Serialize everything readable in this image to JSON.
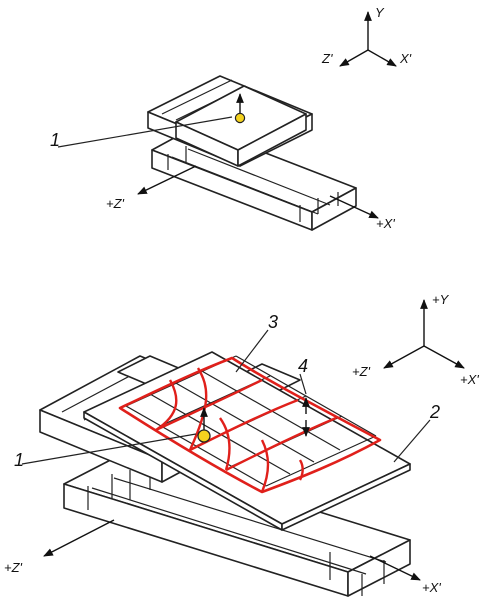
{
  "top_figure": {
    "axes": {
      "y": "Y",
      "z": "Z'",
      "x": "X'"
    },
    "table_axes": {
      "z": "+Z'",
      "x": "+X'"
    },
    "callout": "1"
  },
  "bottom_figure": {
    "axes": {
      "y": "+Y",
      "z": "+Z'",
      "x": "+X'"
    },
    "table_axes": {
      "z": "+Z'",
      "x": "+X'"
    },
    "callouts": {
      "point": "1",
      "plate": "2",
      "deformed": "3",
      "gap": "4"
    }
  },
  "colors": {
    "deformed_surface": "#e0201b",
    "reference_point": "#f4d21e",
    "line": "#222222"
  }
}
